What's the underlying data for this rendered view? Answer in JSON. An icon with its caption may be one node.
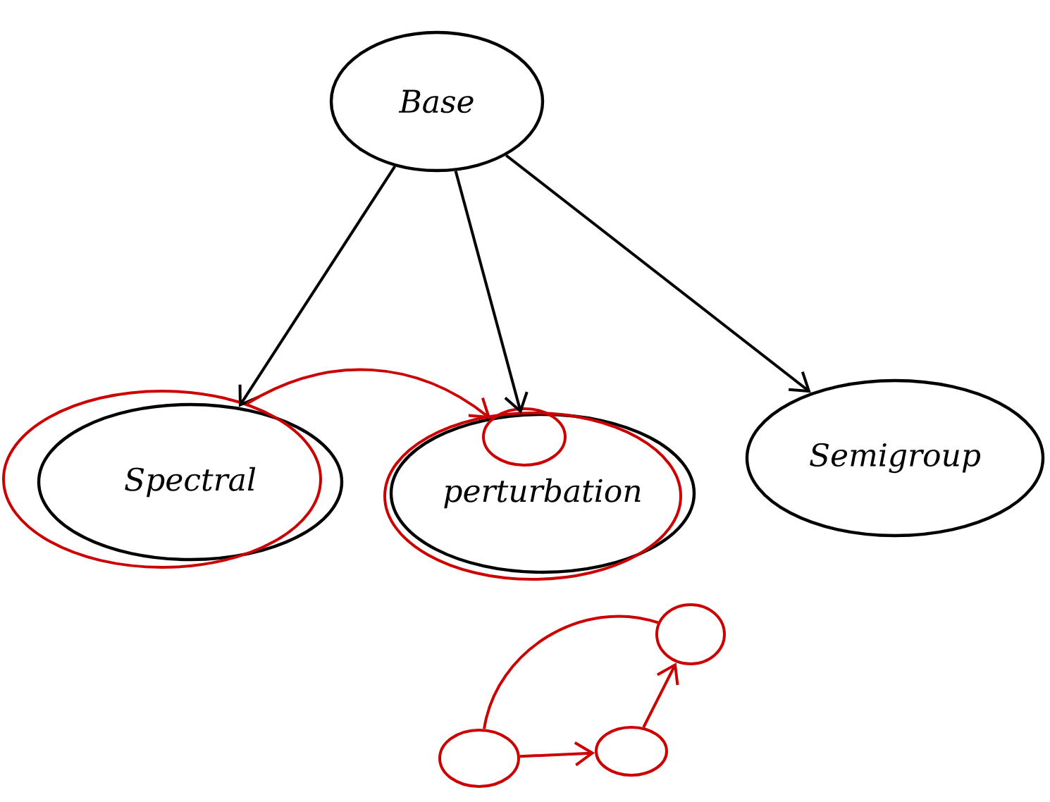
{
  "diagram": {
    "nodes": [
      {
        "text": [
          "Base"
        ]
      },
      {
        "text": [
          "Spectral"
        ]
      },
      {
        "text": [
          "perturbation"
        ]
      },
      {
        "text": [
          "Semigroup"
        ]
      },
      {
        "text": [],
        "shape": "circle"
      },
      {
        "text": [],
        "shape": "circle"
      },
      {
        "text": [],
        "shape": "circle",
        "in": 5
      },
      {
        "text": [],
        "shape": "circle"
      },
      {
        "text": [],
        "shape": "circle"
      },
      {
        "text": [],
        "shape": "circle"
      }
    ],
    "edges": [
      {
        "from": 0,
        "to": 1,
        "arrow": "to",
        "color": "#000000"
      },
      {
        "from": 0,
        "to": 2,
        "arrow": "to",
        "color": "#000000"
      },
      {
        "from": 0,
        "to": 3,
        "arrow": "to",
        "color": "#000000"
      },
      {
        "from": 4,
        "to": 6,
        "arrow": "to",
        "color": "#cc0000"
      },
      {
        "from": 7,
        "to": 8,
        "arrow": "to",
        "color": "#cc0000"
      },
      {
        "from": 8,
        "to": 9,
        "arrow": "to",
        "color": "#cc0000"
      },
      {
        "from": 7,
        "to": 9,
        "arrow": "none",
        "color": "#cc0000"
      }
    ]
  }
}
